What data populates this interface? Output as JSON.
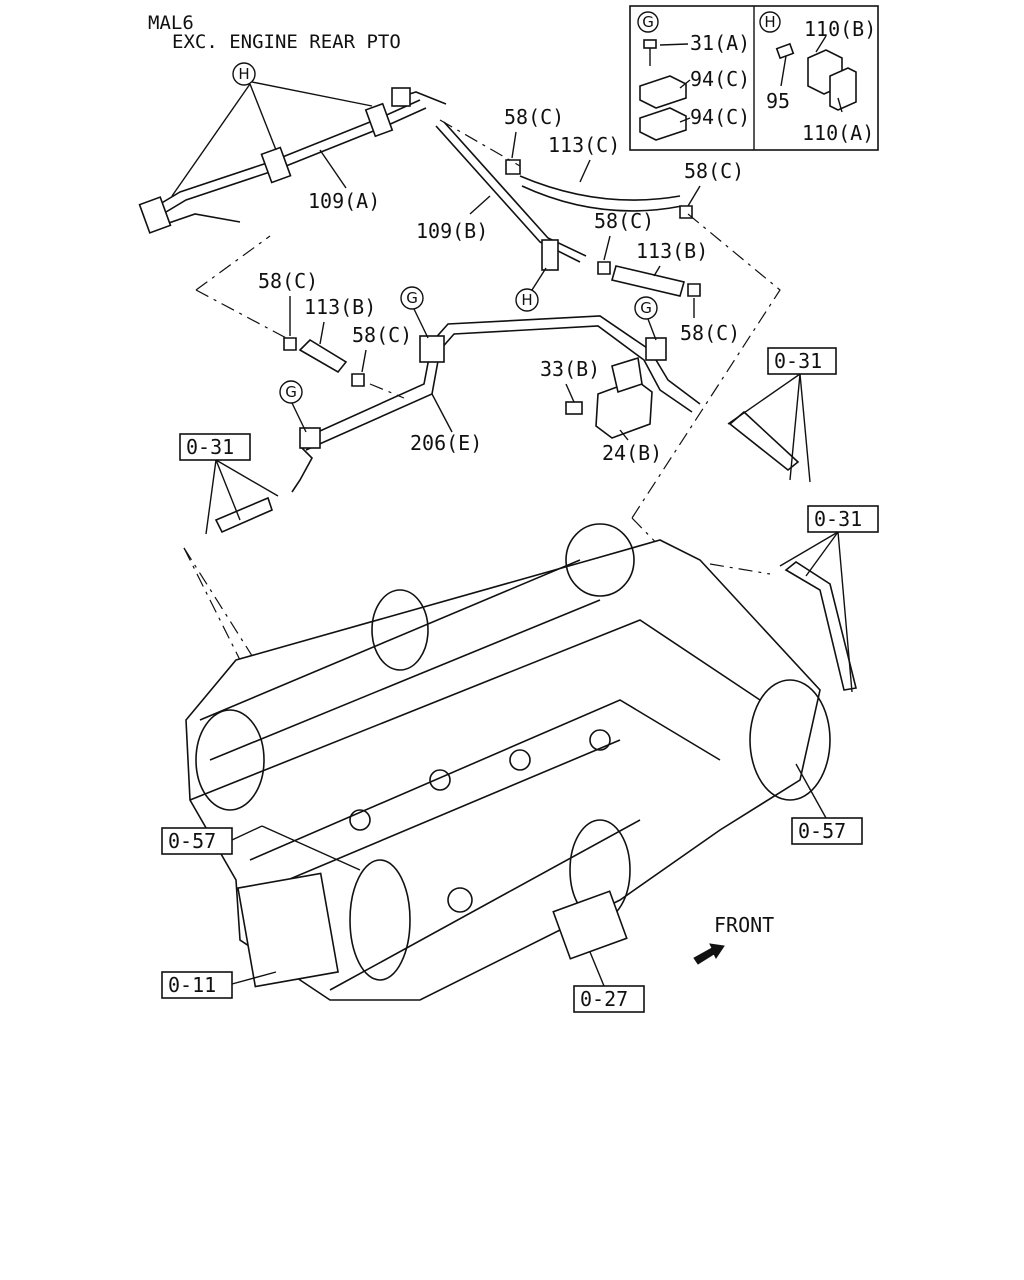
{
  "header": {
    "model": "MAL6",
    "subtitle": "EXC. ENGINE REAR PTO"
  },
  "inset": {
    "g_marker": "G",
    "h_marker": "H",
    "g_parts": [
      "31(A)",
      "94(C)",
      "94(C)"
    ],
    "h_parts": [
      "110(B)",
      "95",
      "110(A)"
    ]
  },
  "markers": {
    "g": "G",
    "h": "H"
  },
  "callouts": {
    "c109a": "109(A)",
    "c109b": "109(B)",
    "c58c_1": "58(C)",
    "c58c_2": "58(C)",
    "c58c_3": "58(C)",
    "c58c_4": "58(C)",
    "c58c_5": "58(C)",
    "c58c_6": "58(C)",
    "c113c": "113(C)",
    "c113b_1": "113(B)",
    "c113b_2": "113(B)",
    "c33b": "33(B)",
    "c24b": "24(B)",
    "c206e": "206(E)"
  },
  "refs": {
    "r031_a": "0-31",
    "r031_b": "0-31",
    "r031_c": "0-31",
    "r057_a": "0-57",
    "r057_b": "0-57",
    "r011": "0-11",
    "r027": "0-27"
  },
  "front_label": "FRONT"
}
